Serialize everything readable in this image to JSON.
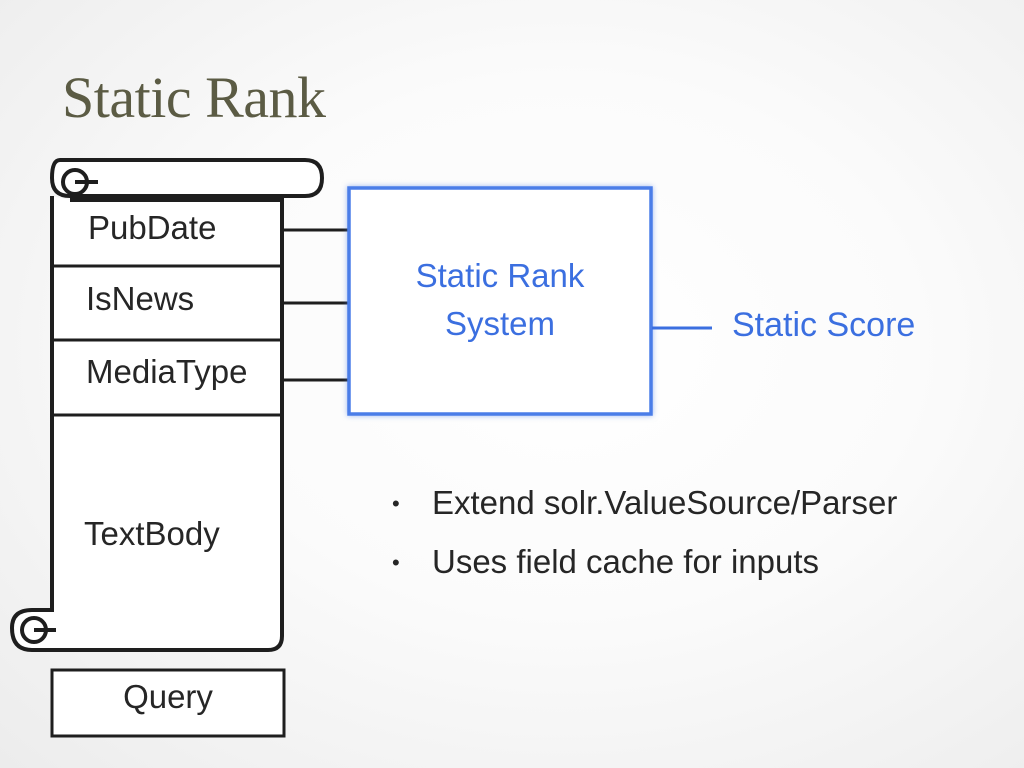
{
  "title": "Static Rank",
  "scroll_fields": [
    "PubDate",
    "IsNews",
    "MediaType",
    "TextBody"
  ],
  "system_box": {
    "line1": "Static Rank",
    "line2": "System"
  },
  "output_label": "Static Score",
  "query_label": "Query",
  "bullets": [
    "Extend solr.ValueSource/Parser",
    "Uses field cache for inputs"
  ],
  "colors": {
    "accent": "#3b6fe0",
    "title": "#5b5b44",
    "ink": "#262626"
  }
}
